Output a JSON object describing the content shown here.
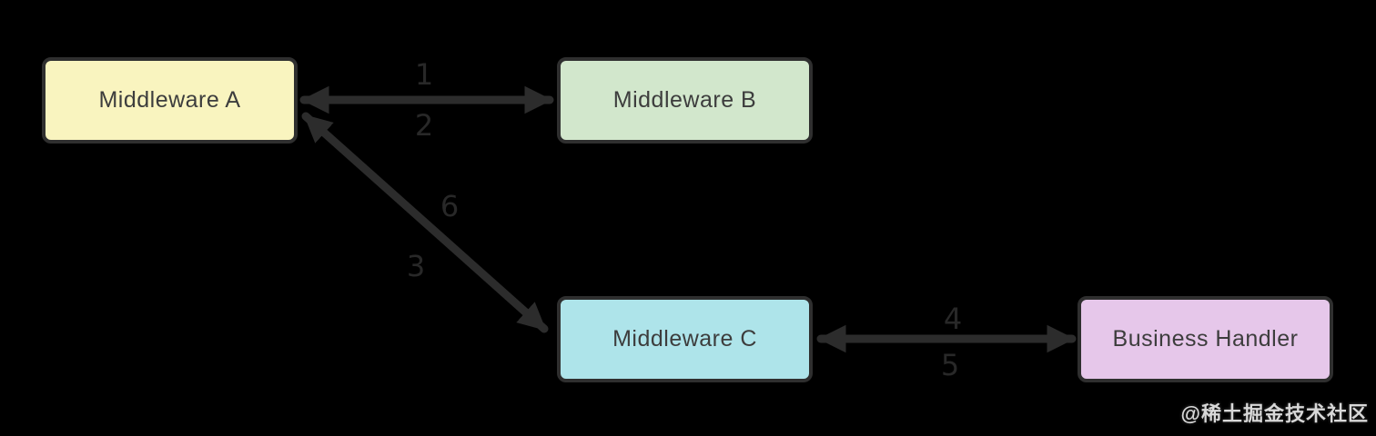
{
  "colors": {
    "background": "#000000",
    "arrow": "#2c2c2c",
    "edge_label": "#282828",
    "node_border": "#2f2f2f",
    "node_text": "#3d3d3d",
    "watermark": "#d8d8d8",
    "node_fills": {
      "middleware_a": "#f9f4bf",
      "middleware_b": "#d2e7cc",
      "middleware_c": "#aee4ea",
      "business_handler": "#e6c7ea"
    }
  },
  "nodes": {
    "middleware_a": {
      "label": "Middleware A"
    },
    "middleware_b": {
      "label": "Middleware B"
    },
    "middleware_c": {
      "label": "Middleware C"
    },
    "business_handler": {
      "label": "Business Handler"
    }
  },
  "edges": {
    "a_to_b": {
      "label_above": "1",
      "label_below": "2"
    },
    "a_to_c": {
      "label_upper": "6",
      "label_lower": "3"
    },
    "c_to_handler": {
      "label_above": "4",
      "label_below": "5"
    }
  },
  "watermark": {
    "text": "@稀土掘金技术社区"
  }
}
